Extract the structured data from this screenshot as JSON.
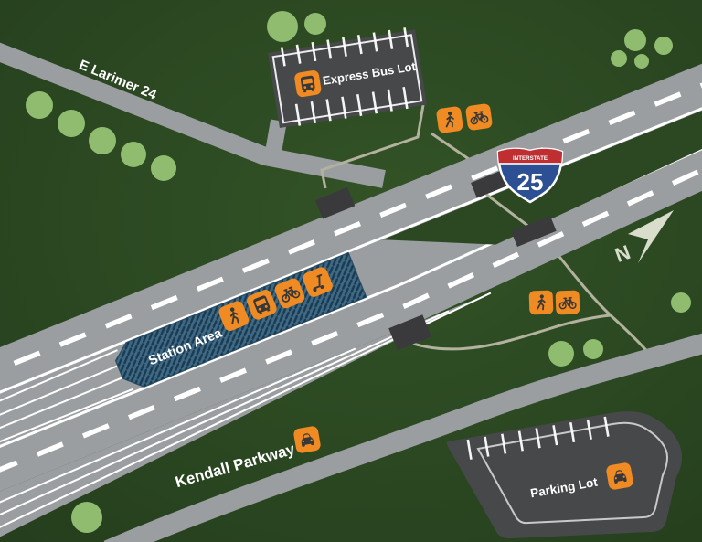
{
  "map": {
    "labels": {
      "e_larimer": "E Larimer 24",
      "express_bus_lot": "Express Bus Lot",
      "station_area": "Station Area",
      "kendall_parkway": "Kendall Parkway",
      "parking_lot": "Parking Lot"
    },
    "shield": {
      "top": "INTERSTATE",
      "number": "25"
    },
    "compass": {
      "north": "N"
    },
    "icons": {
      "station_area": [
        "walk-icon",
        "bus-icon",
        "bike-icon",
        "scooter-icon"
      ],
      "north_crossing": [
        "walk-icon",
        "bike-icon"
      ],
      "south_crossing": [
        "walk-icon",
        "bike-icon"
      ],
      "express_bus_lot": "bus-icon",
      "kendall_parkway": "car-icon",
      "parking_lot": "car-icon"
    },
    "icon_refs": {
      "station": [
        "#i-walk",
        "#i-bus",
        "#i-bike",
        "#i-scooter"
      ],
      "crossing": [
        "#i-walk",
        "#i-bike"
      ],
      "express_bus_lot": "#i-bus",
      "kendall_parkway": "#i-car",
      "parking_lot": "#i-car"
    },
    "colors": {
      "bg_light": "#335326",
      "bg_mid": "#2b4822",
      "bg_dark": "#253e1d",
      "tree": "#8fbc6f",
      "road": "#9b9ea1",
      "marking": "#ffffff",
      "path": "#b2b29e",
      "lot": "#47484a",
      "lot_line": "#c7c9ca",
      "structure": "#3a3a3c",
      "station": "#3e6a86",
      "station_hatch": "#1c3a50",
      "orange": "#ef8b22",
      "glyph": "#383838",
      "shield_red": "#bf2e31",
      "shield_blue": "#2d4f93",
      "compass": "#d9ddcb",
      "label": "#ffffff"
    }
  }
}
